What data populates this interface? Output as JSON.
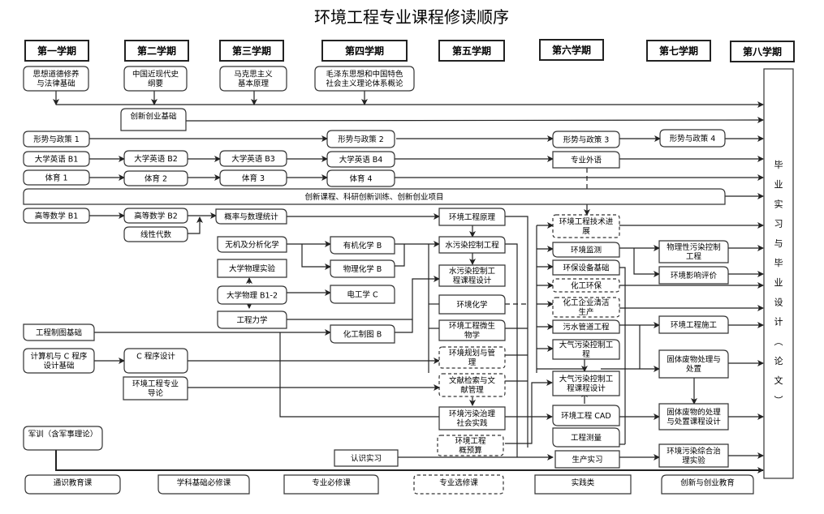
{
  "title": "环境工程专业课程修读顺序",
  "semesters": [
    "第一学期",
    "第二学期",
    "第三学期",
    "第四学期",
    "第五学期",
    "第六学期",
    "第七学期",
    "第八学期"
  ],
  "final": "毕业实习与毕业设计（论文）",
  "courses": {
    "sixiang": "思想道德修养|与法律基础",
    "jindaishi": "中国近现代史|纲要",
    "makesi": "马克思主义|基本原理",
    "maozedong": "毛泽东思想和中国特色|社会主义理论体系概论",
    "chuangxin_jichu": "创新创业基础",
    "xingshi1": "形势与政策 1",
    "xingshi2": "形势与政策 2",
    "xingshi3": "形势与政策 3",
    "xingshi4": "形势与政策 4",
    "yingyu1": "大学英语 B1",
    "yingyu2": "大学英语 B2",
    "yingyu3": "大学英语 B3",
    "yingyu4": "大学英语 B4",
    "zhuanye_waiyu": "专业外语",
    "tiyu1": "体育 1",
    "tiyu2": "体育 2",
    "tiyu3": "体育 3",
    "tiyu4": "体育 4",
    "chuangxin_xiangmu": "创新课程、科研创新训练、创新创业项目",
    "gaoshu1": "高等数学 B1",
    "gaoshu2": "高等数学 B2",
    "xianxing": "线性代数",
    "gailv": "概率与数理统计",
    "wuji": "无机及分析化学",
    "youji": "有机化学 B",
    "wuli_huaxue": "物理化学 B",
    "wuli_shiyan": "大学物理实验",
    "daxue_wuli": "大学物理 B1-2",
    "diangong": "电工学 C",
    "gongcheng_lixue": "工程力学",
    "zhitu_jichu": "工程制图基础",
    "huagong_zhitu": "化工制图 B",
    "jisuanji": "计算机与 C 程序|设计基础",
    "c_chengxu": "C 程序设计",
    "daolun": "环境工程专业|导论",
    "junxun": "军训（含军事理论）",
    "renshi_shixi": "认识实习",
    "yuanli": "环境工程原理",
    "shuiwuran": "水污染控制工程",
    "shuiwuran_sheji": "水污染控制工|程课程设计",
    "huanjing_huaxue": "环境化学",
    "weishengwu": "环境工程微生|物学",
    "guihua": "环境规划与管|理",
    "wenxian": "文献检索与文|献管理",
    "shehui_shijian": "环境污染治理|社会实践",
    "gaiyusuan": "环境工程|概预算",
    "jishu_jinzhan": "环境工程技术进|展",
    "jiance": "环境监测",
    "shebei": "环保设备基础",
    "huagong_huanbao": "化工环保",
    "qingjie": "化工企业清洁|生产",
    "guandao": "污水管道工程",
    "daqi": "大气污染控制工|程",
    "daqi_sheji": "大气污染控制工|程课程设计",
    "cad": "环境工程 CAD",
    "celiang": "工程测量",
    "shengchan_shixi": "生产实习",
    "wulixing": "物理性污染控制|工程",
    "yingxiang": "环境影响评价",
    "shigong": "环境工程施工",
    "guti": "固体废物处理与|处置",
    "guti_sheji": "固体废物的处理|与处置课程设计",
    "zonghe_shiyan": "环境污染综合治|理实验"
  },
  "legend": [
    "通识教育课",
    "学科基础必修课",
    "专业必修课",
    "专业选修课",
    "实践类",
    "创新与创业教育"
  ],
  "colors": {
    "line": "#222222",
    "border": "#333333",
    "background": "#ffffff"
  }
}
